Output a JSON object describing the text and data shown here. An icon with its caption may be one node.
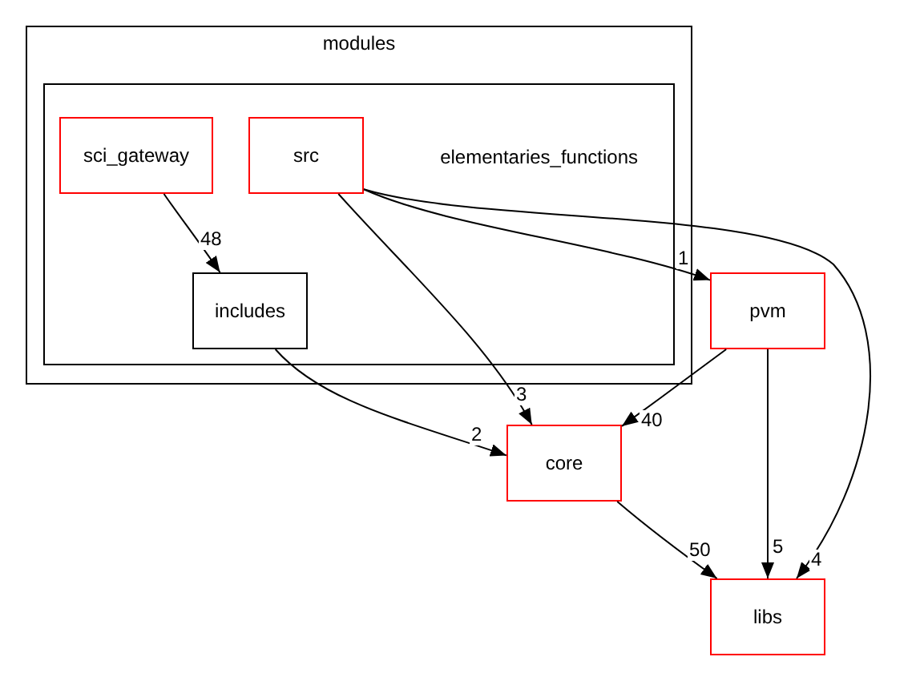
{
  "diagram": {
    "nodes": [
      {
        "text": [
          "modules"
        ]
      },
      {
        "text": [
          "elementaries_functions"
        ],
        "in": 0
      },
      {
        "text": [
          "sci_gateway"
        ],
        "in": 1
      },
      {
        "text": [
          "src"
        ],
        "in": 1
      },
      {
        "text": [
          "includes"
        ],
        "in": 1
      },
      {
        "text": [
          "pvm"
        ]
      },
      {
        "text": [
          "core"
        ]
      },
      {
        "text": [
          "libs"
        ]
      }
    ],
    "edges": [
      {
        "from": 2,
        "to": 4,
        "arrow": "to",
        "label": "48"
      },
      {
        "from": 3,
        "to": 5,
        "arrow": "to",
        "label": "1"
      },
      {
        "from": 3,
        "to": 6,
        "arrow": "to",
        "label": "3"
      },
      {
        "from": 3,
        "to": 7,
        "arrow": "to",
        "label": "4"
      },
      {
        "from": 4,
        "to": 6,
        "arrow": "to",
        "label": "2"
      },
      {
        "from": 5,
        "to": 6,
        "arrow": "to",
        "label": "40"
      },
      {
        "from": 5,
        "to": 7,
        "arrow": "to",
        "label": "5"
      },
      {
        "from": 6,
        "to": 7,
        "arrow": "to",
        "label": "50"
      }
    ]
  }
}
